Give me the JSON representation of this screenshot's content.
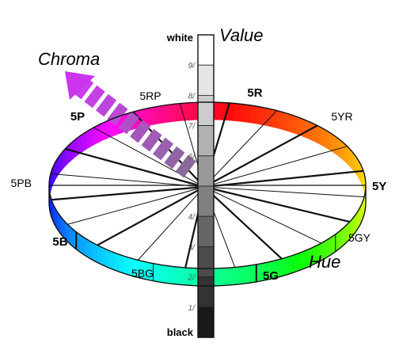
{
  "title_value": "Value",
  "title_hue": "Hue",
  "title_chroma": "Chroma",
  "value_scale": {
    "top_label": "white",
    "bottom_label": "black",
    "steps": [
      "9/",
      "8/",
      "7/",
      "6/",
      "5/",
      "4/",
      "3/",
      "2/",
      "1/"
    ]
  },
  "hues": [
    {
      "label": "5R",
      "bold": true
    },
    {
      "label": "5YR",
      "bold": false
    },
    {
      "label": "5Y",
      "bold": true
    },
    {
      "label": "5GY",
      "bold": false
    },
    {
      "label": "5G",
      "bold": true
    },
    {
      "label": "5BG",
      "bold": false
    },
    {
      "label": "5B",
      "bold": true
    },
    {
      "label": "5PB",
      "bold": false
    },
    {
      "label": "5P",
      "bold": true
    },
    {
      "label": "5RP",
      "bold": false
    }
  ],
  "colors": {
    "chroma_arrow_start": "#8a5a9a",
    "chroma_arrow_end": "#cc44ee",
    "rim_stroke": "#111111"
  }
}
